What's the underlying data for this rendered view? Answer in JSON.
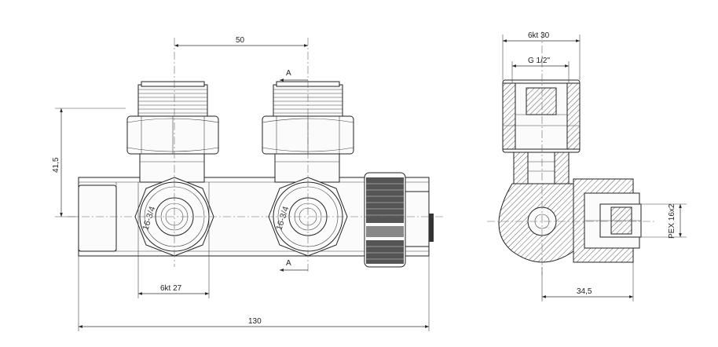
{
  "front_view": {
    "dim_spacing": "50",
    "dim_height": "41,5",
    "dim_hex": "6kt 27",
    "dim_length": "130",
    "section_mark_top": "A",
    "section_mark_bottom": "A",
    "thread_label_left": "16-3/4",
    "thread_label_right": "16-3/4"
  },
  "side_view": {
    "dim_hex": "6kt 30",
    "dim_thread": "G 1/2\"",
    "dim_depth": "34,5",
    "dim_pipe": "PEX 16x2"
  }
}
